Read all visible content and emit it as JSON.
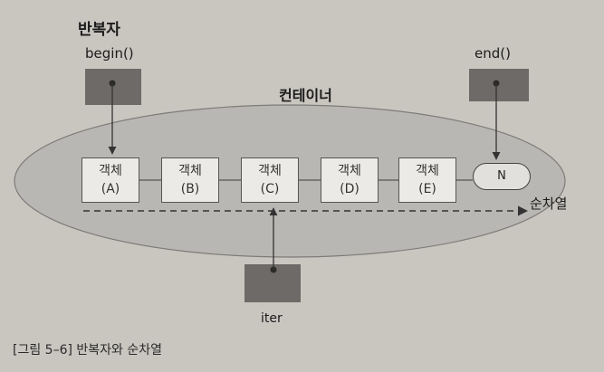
{
  "iterator_word": "반복자",
  "begin_label": "begin()",
  "end_label": "end()",
  "container_label": "컨테이너",
  "objects": [
    {
      "line1": "객체",
      "line2": "(A)"
    },
    {
      "line1": "객체",
      "line2": "(B)"
    },
    {
      "line1": "객체",
      "line2": "(C)"
    },
    {
      "line1": "객체",
      "line2": "(D)"
    },
    {
      "line1": "객체",
      "line2": "(E)"
    }
  ],
  "end_node": "N",
  "order_label": "순차열",
  "iter_label": "iter",
  "caption": "[그림 5–6] 반복자와 순차열",
  "colors": {
    "page": "#c9c6c0",
    "ellipse": "#b9b7b3",
    "box_dark": "#6d6a67",
    "object_box": "#eceae6"
  }
}
